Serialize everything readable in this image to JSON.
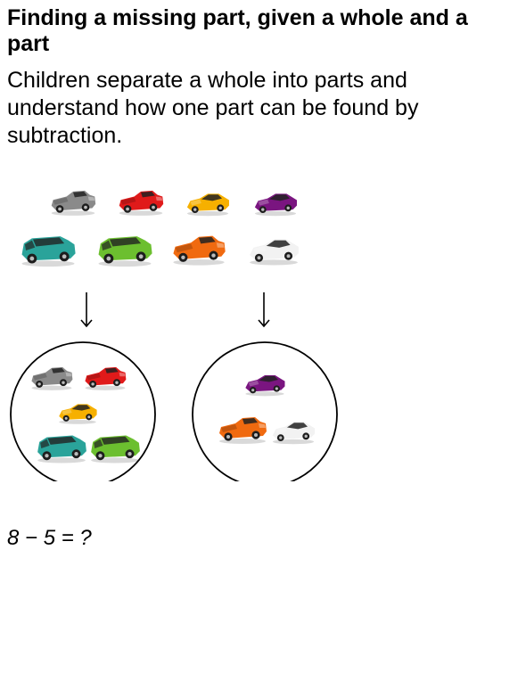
{
  "heading": {
    "title": "Finding a missing part, given a whole and a part",
    "description": "Children separate a whole into parts and understand how one part can be found by subtraction."
  },
  "figure": {
    "whole": [
      {
        "name": "grey-pickup-truck",
        "color": "#8a8a8a",
        "kind": "truck"
      },
      {
        "name": "red-pickup-truck",
        "color": "#e01a1a",
        "kind": "truck"
      },
      {
        "name": "yellow-car",
        "color": "#f6b000",
        "kind": "car"
      },
      {
        "name": "purple-car",
        "color": "#7a1580",
        "kind": "car"
      },
      {
        "name": "teal-suv",
        "color": "#2aa39a",
        "kind": "suv"
      },
      {
        "name": "green-suv",
        "color": "#6cbf2f",
        "kind": "suv"
      },
      {
        "name": "orange-pickup-truck",
        "color": "#f06a10",
        "kind": "truck"
      },
      {
        "name": "white-car",
        "color": "#f2f2f2",
        "kind": "car"
      }
    ],
    "left_part_count": 5,
    "right_part_count": 3
  },
  "equation": "8 − 5 = ?"
}
